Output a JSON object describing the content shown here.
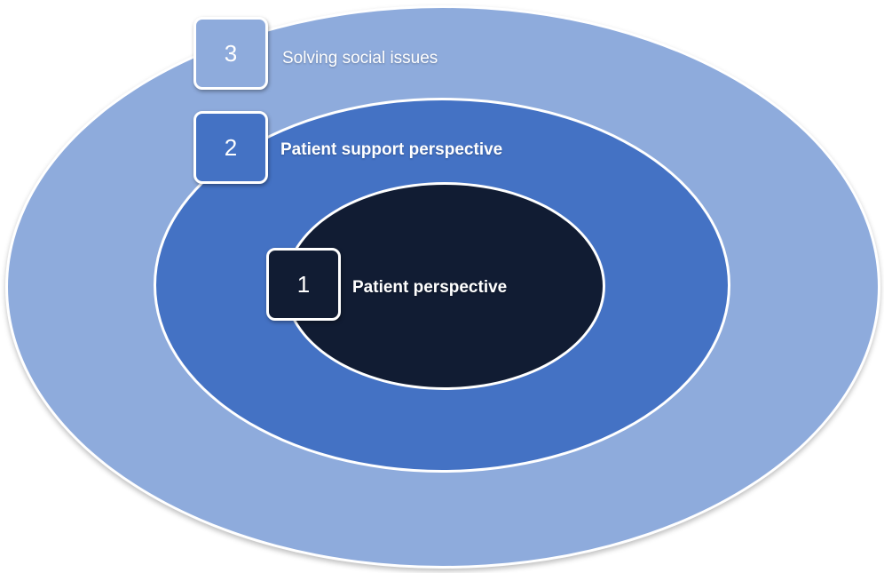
{
  "colors": {
    "outer": "#8eabdc",
    "middle": "#4472c4",
    "inner": "#111c33",
    "border": "#ffffff"
  },
  "levels": [
    {
      "number": "1",
      "label": "Patient perspective"
    },
    {
      "number": "2",
      "label": "Patient support perspective"
    },
    {
      "number": "3",
      "label": "Solving social issues"
    }
  ]
}
